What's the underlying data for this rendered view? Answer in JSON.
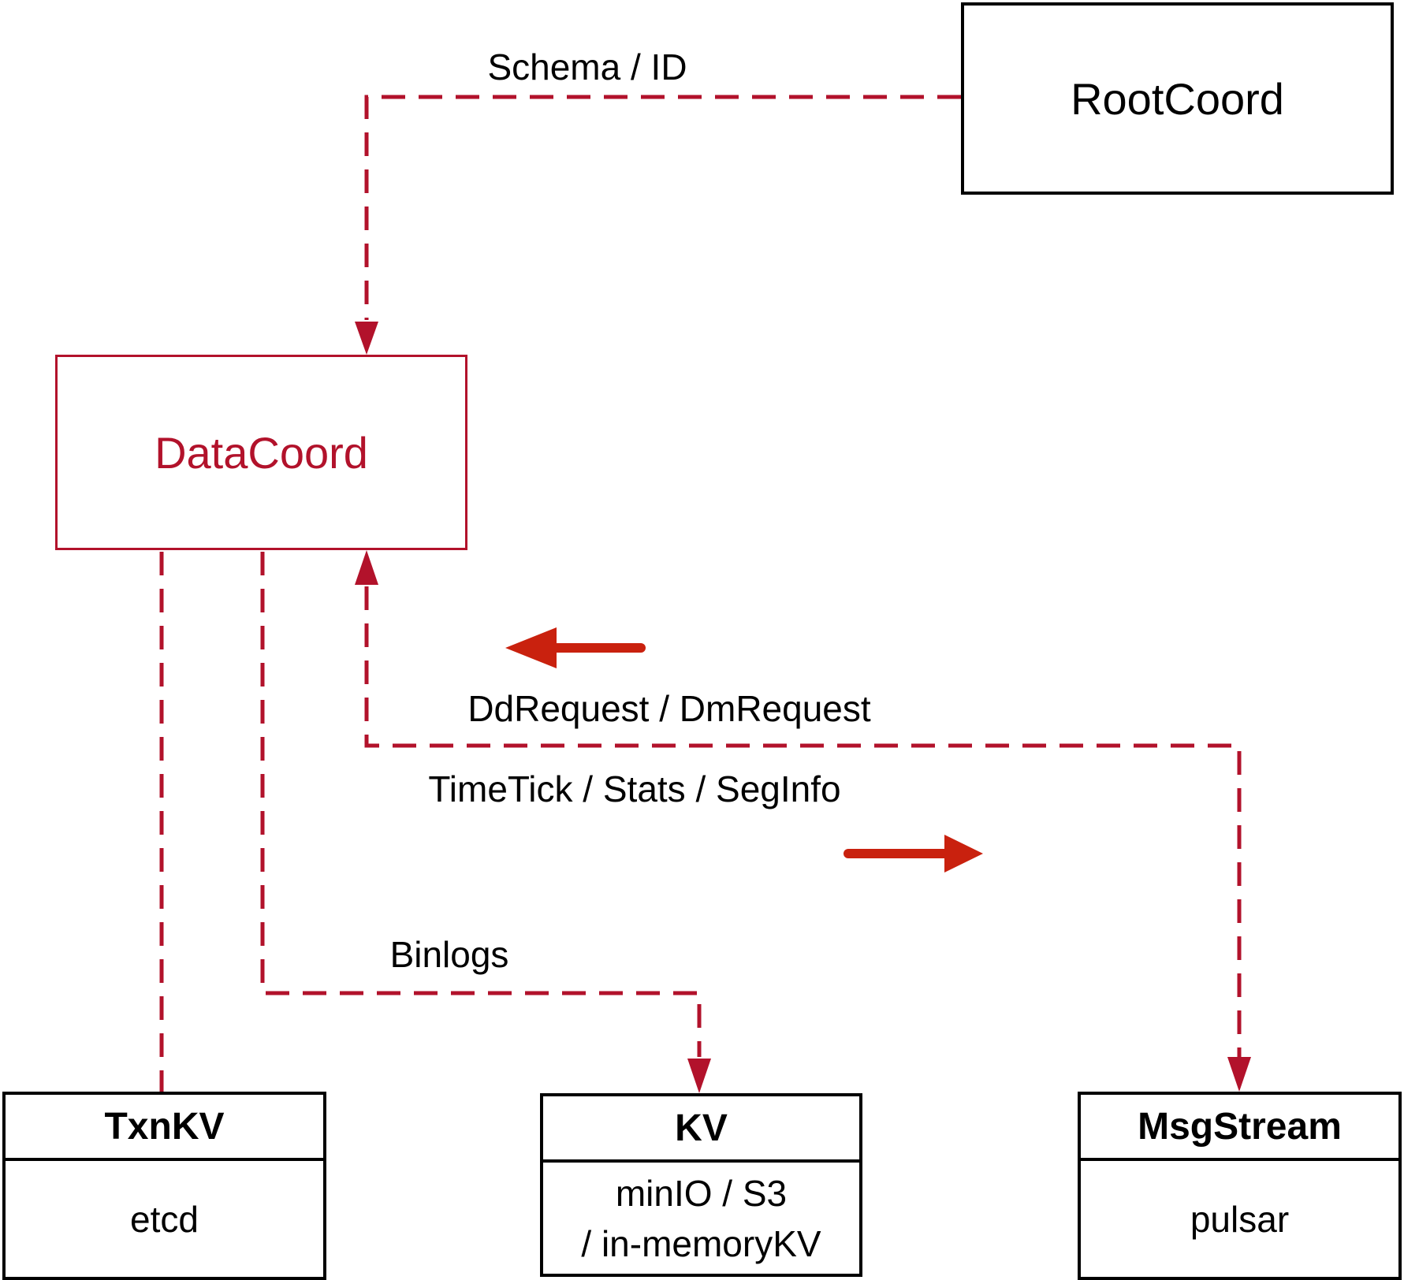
{
  "colors": {
    "dash": "#b2122b",
    "arrow": "#c9210e",
    "box_border": "#000000",
    "text": "#000000",
    "background": "#ffffff"
  },
  "nodes": {
    "rootcoord": {
      "label": "RootCoord"
    },
    "datacoord": {
      "label": "DataCoord"
    },
    "txnkv": {
      "title": "TxnKV",
      "body": "etcd"
    },
    "kv": {
      "title": "KV",
      "body_line1": "minIO / S3",
      "body_line2": "/ in-memoryKV"
    },
    "msgstream": {
      "title": "MsgStream",
      "body": "pulsar"
    }
  },
  "edge_labels": {
    "schema_id": "Schema / ID",
    "dd_request": "DdRequest / DmRequest",
    "time_tick": "TimeTick / Stats / SegInfo",
    "binlogs": "Binlogs"
  }
}
